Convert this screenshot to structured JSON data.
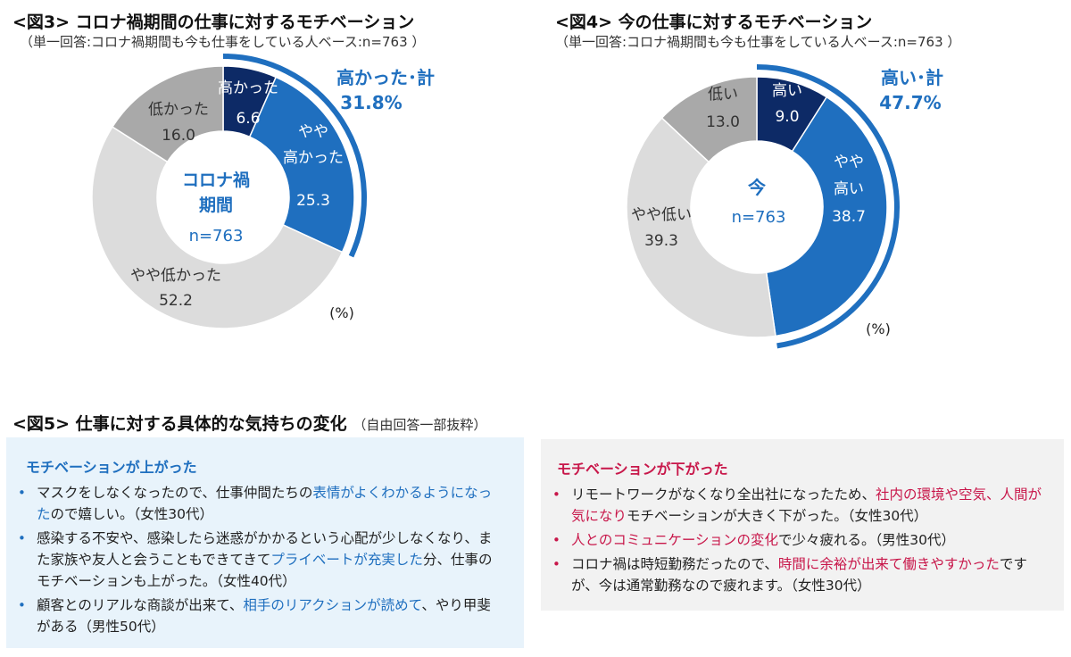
{
  "fig3": {
    "title": "<図3> コロナ禍期間の仕事に対するモチベーション",
    "subtitle": "（単一回答:コロナ禍期間も今も仕事をしている人ベース:n=763 ）",
    "center_line1": "コロナ禍",
    "center_line2": "期間",
    "center_n": "n=763",
    "total_label": "高かった･計",
    "total_value": "31.8%",
    "unit": "(%)"
  },
  "fig4": {
    "title": "<図4> 今の仕事に対するモチベーション",
    "subtitle": "（単一回答:コロナ禍期間も今も仕事をしている人ベース:n=763 ）",
    "center_line1": "今",
    "center_n": "n=763",
    "total_label": "高い･計",
    "total_value": "47.7%",
    "unit": "(%)"
  },
  "chart_data": [
    {
      "type": "pie",
      "title": "<図3> コロナ禍期間の仕事に対するモチベーション",
      "categories": [
        "高かった",
        "やや高かった",
        "やや低かった",
        "低かった"
      ],
      "values": [
        6.6,
        25.3,
        52.2,
        16.0
      ],
      "value_labels": [
        "6.6",
        "25.3",
        "52.2",
        "16.0"
      ],
      "colors": [
        "#0d2a66",
        "#1f6fbf",
        "#dcdcdc",
        "#a9a9a9"
      ],
      "highlight": {
        "label": "高かった･計",
        "value": "31.8%"
      },
      "unit": "%"
    },
    {
      "type": "pie",
      "title": "<図4> 今の仕事に対するモチベーション",
      "categories": [
        "高い",
        "やや高い",
        "やや低い",
        "低い"
      ],
      "values": [
        9.0,
        38.7,
        39.3,
        13.0
      ],
      "value_labels": [
        "9.0",
        "38.7",
        "39.3",
        "13.0"
      ],
      "colors": [
        "#0d2a66",
        "#1f6fbf",
        "#dcdcdc",
        "#a9a9a9"
      ],
      "highlight": {
        "label": "高い･計",
        "value": "47.7%"
      },
      "unit": "%"
    }
  ],
  "fig5": {
    "title": "<図5> 仕事に対する具体的な気持ちの変化",
    "subtitle": "（自由回答一部抜粋）",
    "up": {
      "heading": "モチベーションが上がった",
      "bullet": "•",
      "items": [
        {
          "pre": "マスクをしなくなったので、仕事仲間たちの",
          "hl": "表情がよくわかるようになった",
          "post": "ので嬉しい。（女性30代）"
        },
        {
          "pre": "感染する不安や、感染したら迷惑がかかるという心配が少しなくなり、また家族や友人と会うこともできてきて",
          "hl": "プライベートが充実した",
          "post": "分、仕事のモチベーションも上がった。（女性40代）"
        },
        {
          "pre": "顧客とのリアルな商談が出来て、",
          "hl": "相手のリアクションが読めて",
          "post": "、やり甲斐がある（男性50代）"
        }
      ]
    },
    "down": {
      "heading": "モチベーションが下がった",
      "bullet": "•",
      "items": [
        {
          "pre": "リモートワークがなくなり全出社になったため、",
          "hl": "社内の環境や空気、人間が気になり",
          "post": "モチベーションが大きく下がった。（女性30代）"
        },
        {
          "pre": "",
          "hl": "人とのコミュニケーションの変化",
          "post": "で少々疲れる。（男性30代）"
        },
        {
          "pre": "コロナ禍は時短勤務だったので、",
          "hl": "時間に余裕が出来て働きやすかった",
          "post": "ですが、今は通常勤務なので疲れます。（女性30代）"
        }
      ]
    }
  }
}
